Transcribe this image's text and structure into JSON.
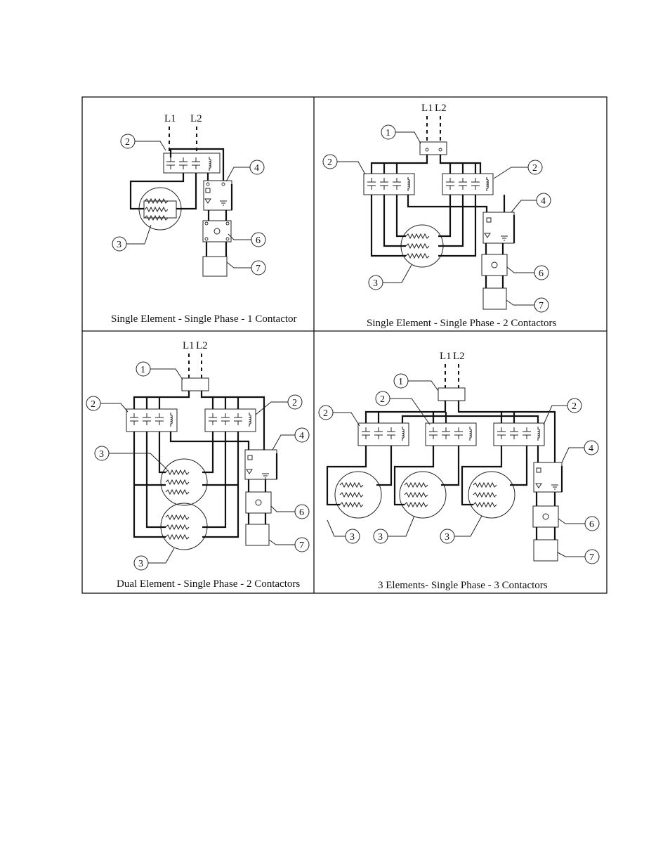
{
  "diagrams": [
    {
      "caption": "Single Element - Single Phase - 1 Contactor",
      "line_labels": [
        "L1",
        "L2"
      ]
    },
    {
      "caption": "Single Element - Single Phase - 2 Contactors",
      "line_labels": [
        "L1",
        "L2"
      ]
    },
    {
      "caption": "Dual Element - Single Phase - 2 Contactors",
      "line_labels": [
        "L1",
        "L2"
      ]
    },
    {
      "caption": "3 Elements- Single Phase - 3 Contactors",
      "line_labels": [
        "L1",
        "L2"
      ]
    }
  ],
  "callout_numbers": {
    "terminal_block": "1",
    "contactor": "2",
    "heating_element": "3",
    "thermostat": "4",
    "controller": "6",
    "sensor": "7"
  }
}
